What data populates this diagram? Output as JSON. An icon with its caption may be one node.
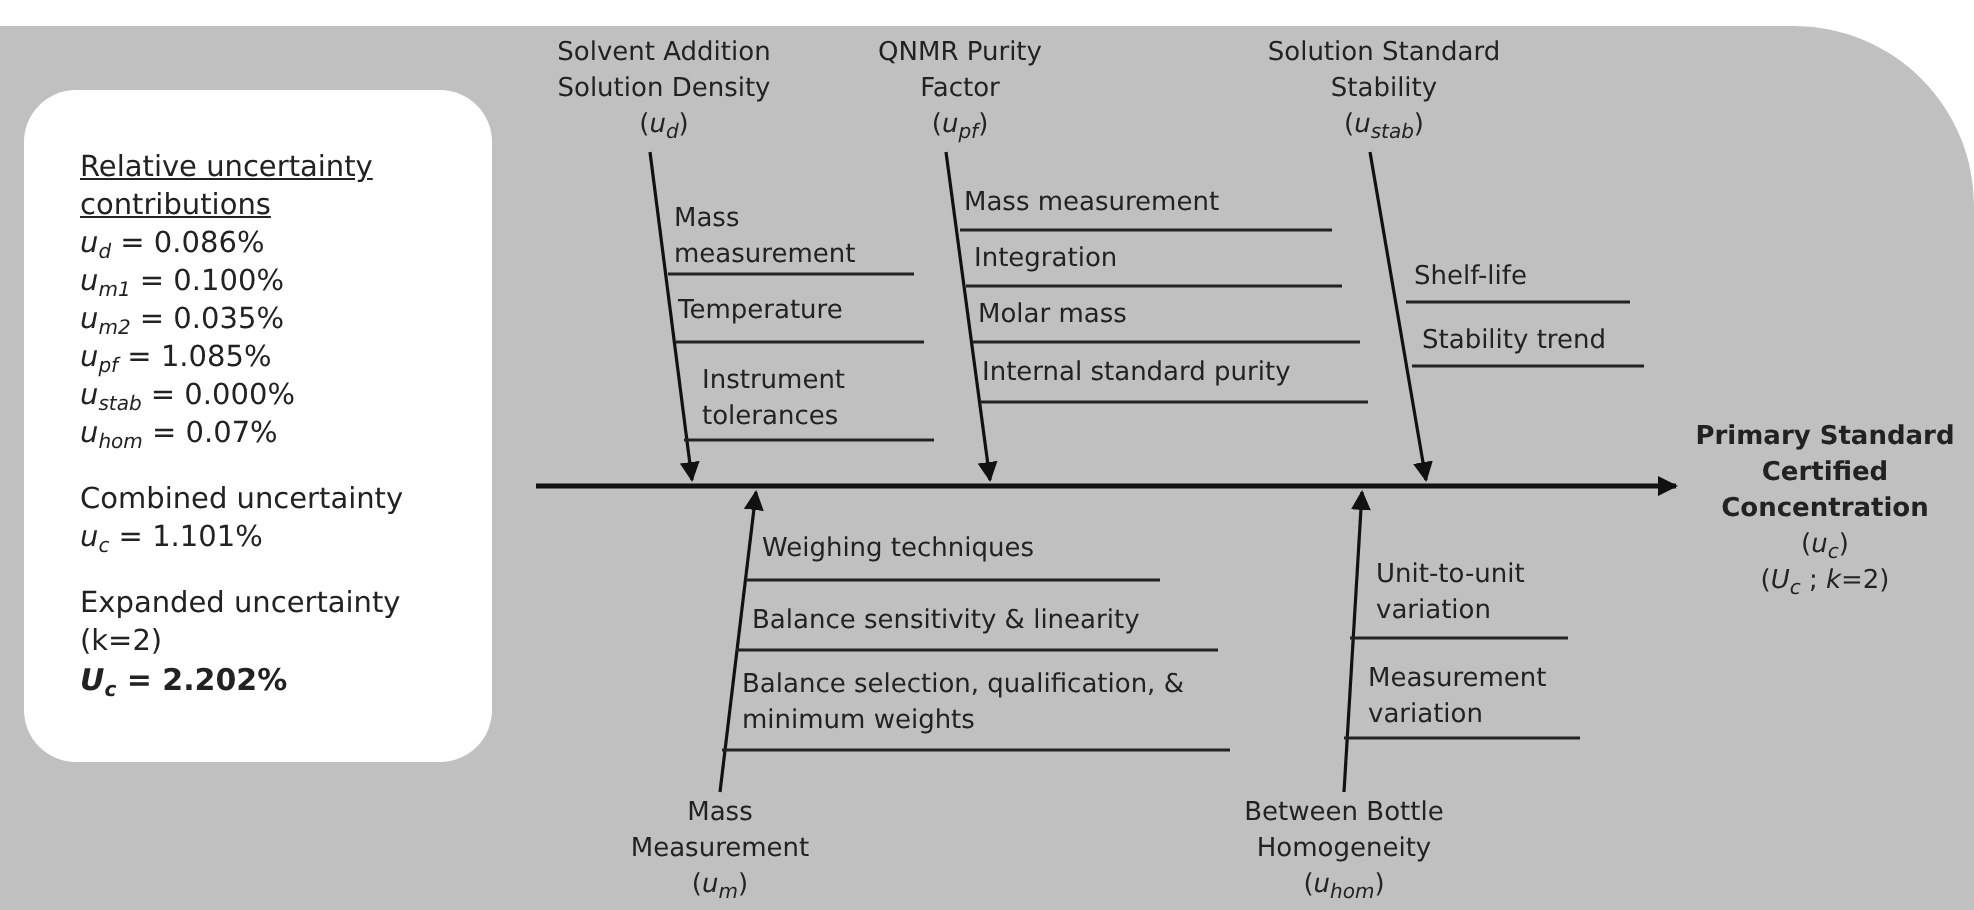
{
  "diagram": {
    "nodes": [
      {
        "text": [
          "Relative uncertainty contributions",
          "*u*$_{d}$ = 0.086%",
          "*u*$_{m1}$ = 0.100%",
          "*u*$_{m2}$ = 0.035%",
          "*u*$_{pf}$ = 1.085%",
          "*u*$_{stab}$ = 0.000%",
          "*u*$_{hom}$ = 0.07%",
          "Combined uncertainty",
          "*u*$_{c}$ = 1.101%",
          "Expanded uncertainty (k=2)",
          "*U*$_{c}$ = 2.202%"
        ]
      },
      {
        "text": [
          "Solvent Addition Solution Density",
          "(*u*$_{d}$)"
        ]
      },
      {
        "text": [
          "QNMR Purity Factor",
          "(*u*$_{pf}$)"
        ]
      },
      {
        "text": [
          "Solution Standard Stability",
          "(*u*$_{stab}$)"
        ]
      },
      {
        "text": [
          "Primary Standard Certified Concentration",
          "(*u*$_{c}$)",
          "(*U*$_{c}$ ; *k*=2)"
        ]
      },
      {
        "text": [
          "Mass Measurement",
          "(*u*$_{m}$)"
        ]
      },
      {
        "text": [
          "Between Bottle Homogeneity",
          "(*u*$_{hom}$)"
        ]
      }
    ],
    "edges": [
      {
        "from": 1,
        "to": null,
        "arrow": "to"
      },
      {
        "from": 2,
        "to": null,
        "arrow": "to"
      },
      {
        "from": 3,
        "to": null,
        "arrow": "to"
      },
      {
        "from": null,
        "to": 4,
        "arrow": "to"
      },
      {
        "from": 5,
        "to": null,
        "arrow": "to"
      },
      {
        "from": 6,
        "to": null,
        "arrow": "to"
      }
    ],
    "labels": [
      "Mass measurement",
      "Temperature",
      "Instrument tolerances",
      "Mass measurement",
      "Integration",
      "Molar mass",
      "Internal standard purity",
      "Shelf-life",
      "Stability trend",
      "Weighing techniques",
      "Balance sensitivity & linearity",
      "Balance selection, qualification, & minimum weights",
      "Unit-to-unit variation",
      "Measurement variation"
    ]
  }
}
